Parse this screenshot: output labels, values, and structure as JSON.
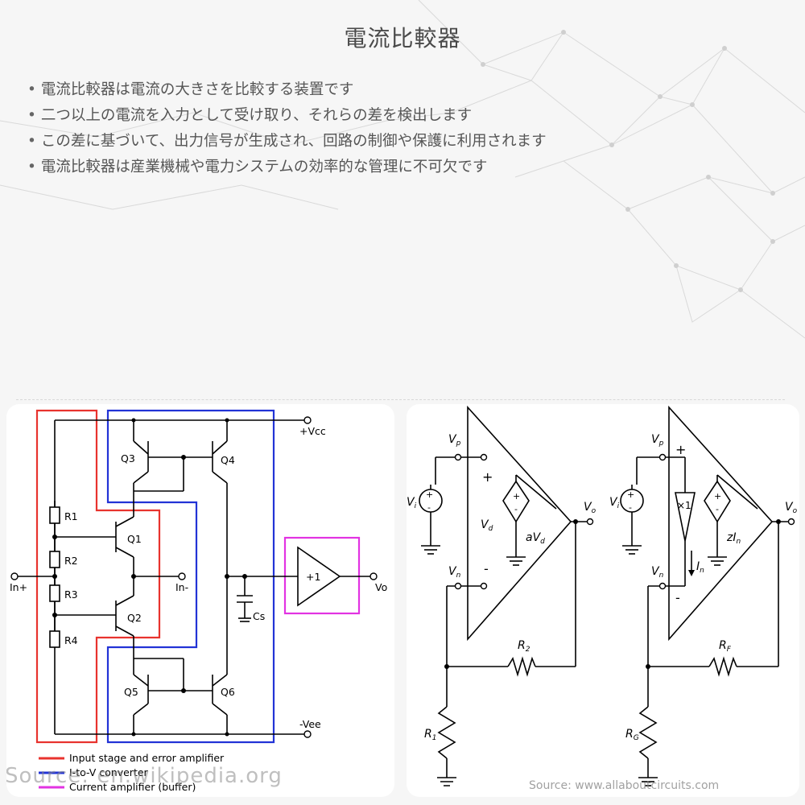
{
  "slide": {
    "title": "電流比較器",
    "bullets": [
      "電流比較器は電流の大きさを比較する装置です",
      "二つ以上の電流を入力として受け取り、それらの差を検出します",
      "この差に基づいて、出力信号が生成され、回路の制御や保護に利用されます",
      "電流比較器は産業機械や電力システムの効率的な管理に不可欠です"
    ]
  },
  "circuit_left": {
    "labels": {
      "vcc": "+Vcc",
      "vee": "-Vee",
      "q1": "Q1",
      "q2": "Q2",
      "q3": "Q3",
      "q4": "Q4",
      "q5": "Q5",
      "q6": "Q6",
      "r1": "R1",
      "r2": "R2",
      "r3": "R3",
      "r4": "R4",
      "in_plus": "In+",
      "in_minus": "In-",
      "cs": "Cs",
      "buffer": "+1",
      "vo": "Vo"
    },
    "legend": [
      {
        "label": "Input stage and error amplifier",
        "color": "#e8332e"
      },
      {
        "label": "I-to-V converter",
        "color": "#2233d6"
      },
      {
        "label": "Current amplifier (buffer)",
        "color": "#e233e2"
      }
    ],
    "watermark": "Source: en.wikipedia.org"
  },
  "circuit_right": {
    "labels": {
      "vp": "V",
      "vp_sub": "p",
      "vn": "V",
      "vn_sub": "n",
      "vi": "V",
      "vi_sub": "i",
      "vd": "V",
      "vd_sub": "d",
      "avd": "aV",
      "avd_sub": "d",
      "vo": "V",
      "vo_sub": "o",
      "r2": "R",
      "r2_sub": "2",
      "r1": "R",
      "r1_sub": "1",
      "plus": "+",
      "minus": "-"
    },
    "labels2": {
      "vp": "V",
      "vp_sub": "p",
      "vn": "V",
      "vn_sub": "n",
      "vi": "V",
      "vi_sub": "i",
      "x1": "×1",
      "in": "I",
      "in_sub": "n",
      "zin": "zI",
      "zin_sub": "n",
      "vo": "V",
      "vo_sub": "o",
      "rf": "R",
      "rf_sub": "F",
      "rg": "R",
      "rg_sub": "G",
      "plus": "+",
      "minus": "-"
    },
    "watermark": "Source: www.allaboutcircuits.com"
  }
}
